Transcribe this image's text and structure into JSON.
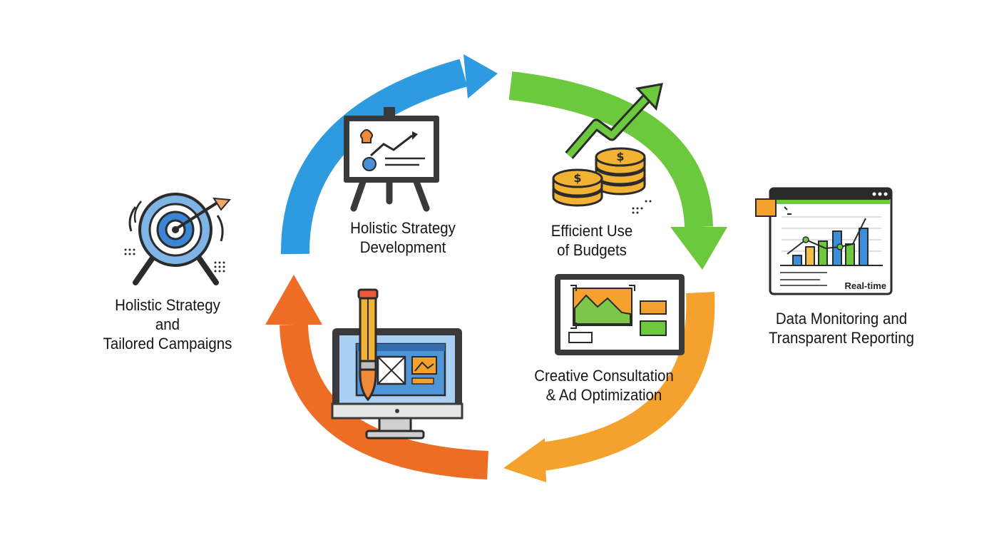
{
  "diagram": {
    "colors": {
      "blue": "#2e9be0",
      "green": "#6cc83c",
      "orange_light": "#f4a22d",
      "orange_dark": "#ee6d24",
      "outline": "#2b2b2b"
    },
    "labels": {
      "strategy_development": [
        "Holistic Strategy",
        "Development"
      ],
      "efficient_budgets": [
        "Efficient Use",
        "of Budgets"
      ],
      "holistic_campaigns": [
        "Holistic Strategy",
        "and",
        "Tailored Campaigns"
      ],
      "data_monitoring": [
        "Data Monitoring and",
        "Transparent Reporting"
      ],
      "creative_optimization": [
        "Creative Consultation",
        "& Ad Optimization"
      ]
    },
    "dashboard_badge": "Real-time",
    "icons": [
      "target-icon",
      "presentation-board-icon",
      "coins-growth-icon",
      "dashboard-chart-icon",
      "design-monitor-icon",
      "ad-screen-icon"
    ]
  }
}
